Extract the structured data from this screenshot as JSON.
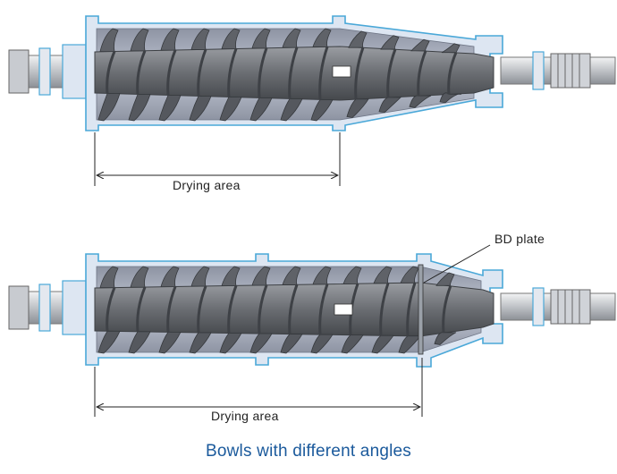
{
  "diagrams": [
    {
      "dimension_label": "Drying area"
    },
    {
      "dimension_label": "Drying area",
      "callout_label": "BD plate"
    }
  ],
  "caption": "Bowls with different angles",
  "colors": {
    "shell_fill": "#dde6f2",
    "shell_outline": "#4aa8d8",
    "screw_dark": "#5a5d63",
    "screw_mid": "#7d8086",
    "shaft_light": "#d9dbde",
    "caption": "#1b5a9c"
  }
}
